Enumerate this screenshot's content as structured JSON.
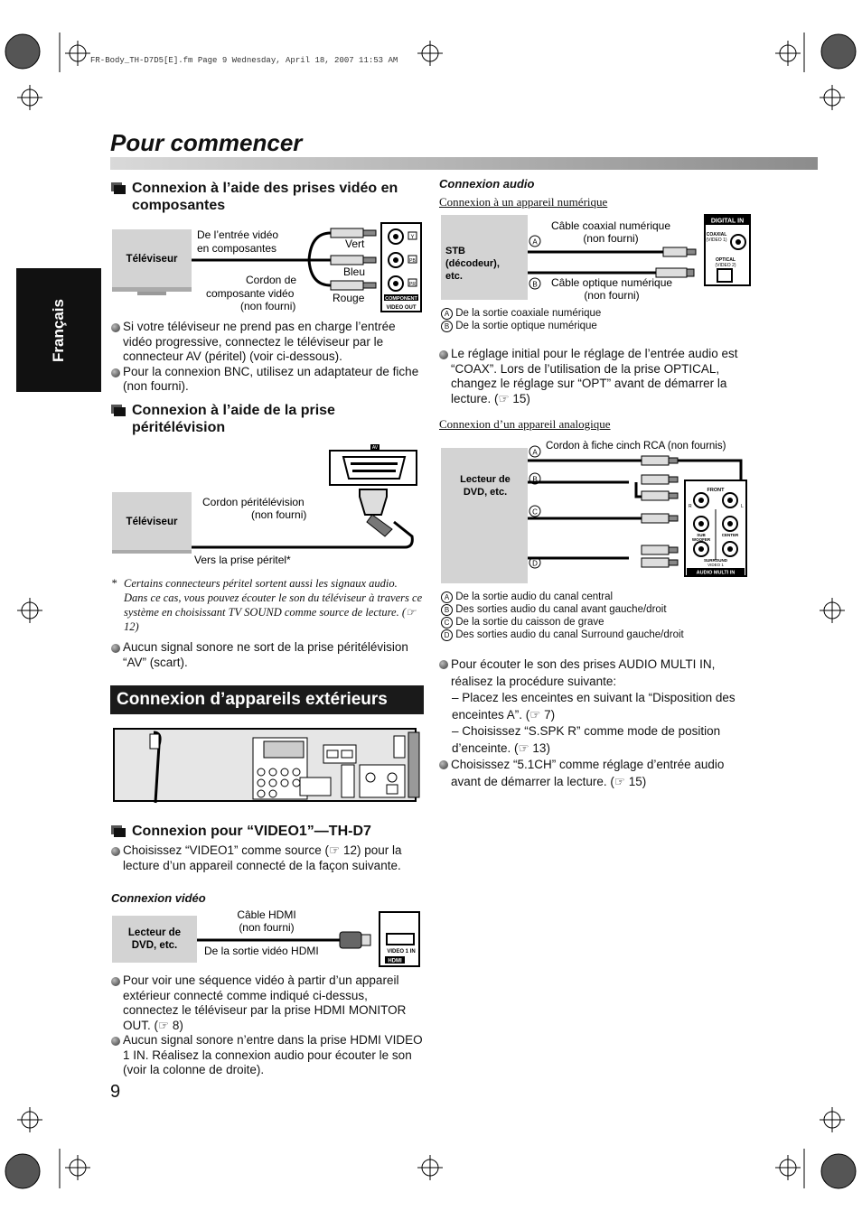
{
  "header_line": "FR-Body_TH-D7D5[E].fm  Page 9  Wednesday, April 18, 2007  11:53 AM",
  "page_title": "Pour commencer",
  "side_tab": "Français",
  "page_number": "9",
  "left": {
    "component": {
      "heading": "Connexion à l’aide des prises vidéo en composantes",
      "diagram": {
        "tv_label": "Téléviseur",
        "input_label_1": "De l’entrée vidéo",
        "input_label_2": "en composantes",
        "cable_label_1": "Cordon de",
        "cable_label_2": "composante vidéo",
        "cable_label_3": "(non fourni)",
        "green": "Vert",
        "blue": "Bleu",
        "red": "Rouge",
        "jack_y": "Y",
        "jack_pb": "PB",
        "jack_pr": "PR",
        "panel_component": "COMPONENT",
        "panel_video_out": "VIDEO OUT"
      },
      "bullets": [
        "Si votre téléviseur ne prend pas en charge l’entrée vidéo progressive, connectez le téléviseur par le connecteur AV (péritel) (voir ci-dessous).",
        "Pour la connexion BNC, utilisez un adaptateur de fiche (non fourni)."
      ]
    },
    "scart": {
      "heading": "Connexion à l’aide de la prise péritélévision",
      "diagram": {
        "tv_label": "Téléviseur",
        "cable_label_1": "Cordon péritélévision",
        "cable_label_2": "(non fourni)",
        "to_label": "Vers la prise péritel*",
        "av_badge": "AV"
      },
      "footnote_mark": "*",
      "footnote": "Certains connecteurs péritel sortent aussi les signaux audio. Dans ce cas, vous pouvez écouter le son du téléviseur à travers ce système en choisissant TV SOUND comme source de lecture. (",
      "footnote_ref": "12)",
      "bullets": [
        "Aucun signal sonore ne sort de la prise péritélévision “AV” (scart)."
      ]
    },
    "section_title": "Connexion d’appareils extérieurs",
    "video1": {
      "heading": "Connexion pour “VIDEO1”—TH-D7",
      "intro_a": "Choisissez “VIDEO1” comme source (",
      "intro_ref": "12)",
      "intro_b": "pour la lecture d’un appareil connecté de la façon suivante.",
      "subheading": "Connexion vidéo",
      "diagram": {
        "device_label_1": "Lecteur de",
        "device_label_2": "DVD, etc.",
        "cable_label_1": "Câble HDMI",
        "cable_label_2": "(non fourni)",
        "from_label": "De la sortie vidéo HDMI",
        "panel_video1": "VIDEO 1 IN",
        "panel_hdmi": "HDMI"
      },
      "bullet1_a": "Pour voir une séquence vidéo à partir d’un appareil extérieur connecté comme indiqué ci-dessus, connectez le téléviseur par la prise HDMI MONITOR OUT. (",
      "bullet1_ref": "8)",
      "bullet2": "Aucun signal sonore n’entre dans la prise HDMI VIDEO 1 IN. Réalisez la connexion audio pour écouter le son (voir la colonne de droite)."
    }
  },
  "right": {
    "audio_heading": "Connexion audio",
    "digital": {
      "heading": "Connexion à un appareil numérique",
      "diagram": {
        "device_label_1": "STB",
        "device_label_2": "(décodeur),",
        "device_label_3": "etc.",
        "mark_a": "A",
        "mark_b": "B",
        "coax_label_1": "Câble coaxial numérique",
        "coax_label_2": "(non fourni)",
        "optical_label_1": "Câble optique numérique",
        "optical_label_2": "(non fourni)",
        "panel_digital_in": "DIGITAL IN",
        "panel_coaxial_1": "COAXIAL",
        "panel_coaxial_2": "(VIDEO 1)",
        "panel_optical_1": "OPTICAL",
        "panel_optical_2": "(VIDEO 2)"
      },
      "legend": [
        {
          "mark": "A",
          "text": "De la sortie coaxiale numérique"
        },
        {
          "mark": "B",
          "text": "De la sortie optique numérique"
        }
      ],
      "note_a": "Le réglage initial pour le réglage de l’entrée audio est “COAX”. Lors de l’utilisation de la prise OPTICAL, changez le réglage sur “OPT” avant de démarrer la lecture. (",
      "note_ref": "15)"
    },
    "analog": {
      "heading": "Connexion d’un appareil analogique",
      "diagram": {
        "device_label_1": "Lecteur de",
        "device_label_2": "DVD, etc.",
        "cable_label": "Cordon à fiche cinch RCA (non fournis)",
        "marks": [
          "A",
          "B",
          "C",
          "D"
        ],
        "panel_front": "FRONT",
        "panel_subwoofer_1": "SUB",
        "panel_subwoofer_2": "WOOFER",
        "panel_center": "CENTER",
        "panel_surround_1": "SURROUND",
        "panel_surround_2": "VIDEO 1",
        "panel_audio_multi_in": "AUDIO MULTI IN",
        "panel_r": "R",
        "panel_l": "L"
      },
      "legend": [
        {
          "mark": "A",
          "text": "De la sortie audio du canal central"
        },
        {
          "mark": "B",
          "text": "Des sorties audio du canal avant gauche/droit"
        },
        {
          "mark": "C",
          "text": "De la sortie du caisson de grave"
        },
        {
          "mark": "D",
          "text": "Des sorties audio du canal Surround gauche/droit"
        }
      ],
      "note1": "Pour écouter le son des prises AUDIO MULTI IN, réalisez la procédure suivante:",
      "dash1_a": "– Placez les enceintes en suivant la “Disposition des enceintes A”. (",
      "dash1_ref": "7)",
      "dash2_a": "– Choisissez “S.SPK R” comme mode de position d’enceinte. (",
      "dash2_ref": "13)",
      "note2_a": "Choisissez “5.1CH” comme réglage d’entrée audio avant de démarrer la lecture. (",
      "note2_ref": "15)"
    }
  },
  "colors": {
    "text": "#111111",
    "banner_bg": "#1a1a1a",
    "title_bar_start": "#d9d9d9",
    "title_bar_end": "#8c8c8c",
    "device_gray": "#d3d3d3"
  }
}
